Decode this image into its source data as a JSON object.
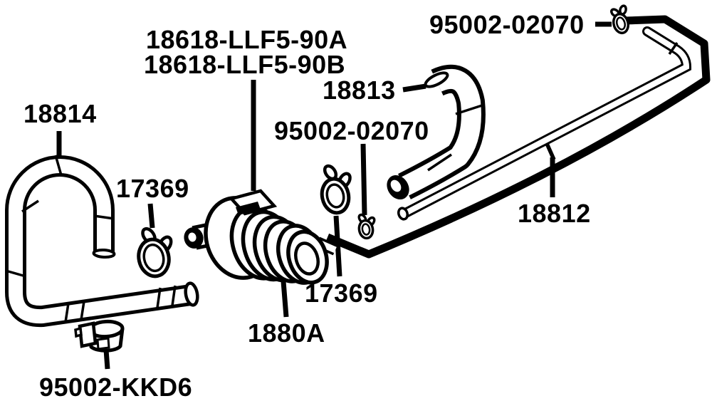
{
  "page": {
    "background_color": "#FFFFFF",
    "line_color": "#000000"
  },
  "labels": {
    "valve_code_a": "18618-LLF5-90A",
    "valve_code_b": "18618-LLF5-90B",
    "clamp_code_top": "95002-02070",
    "hose_code_18814": "18814",
    "hose_code_18813": "18813",
    "clamp_code_mid": "95002-02070",
    "clamp_code_17369_left": "17369",
    "clamp_code_17369_right": "17369",
    "pipe_code_18812": "18812",
    "valve_code_1880a": "1880A",
    "clamp_code_kkd6": "95002-KKD6"
  }
}
